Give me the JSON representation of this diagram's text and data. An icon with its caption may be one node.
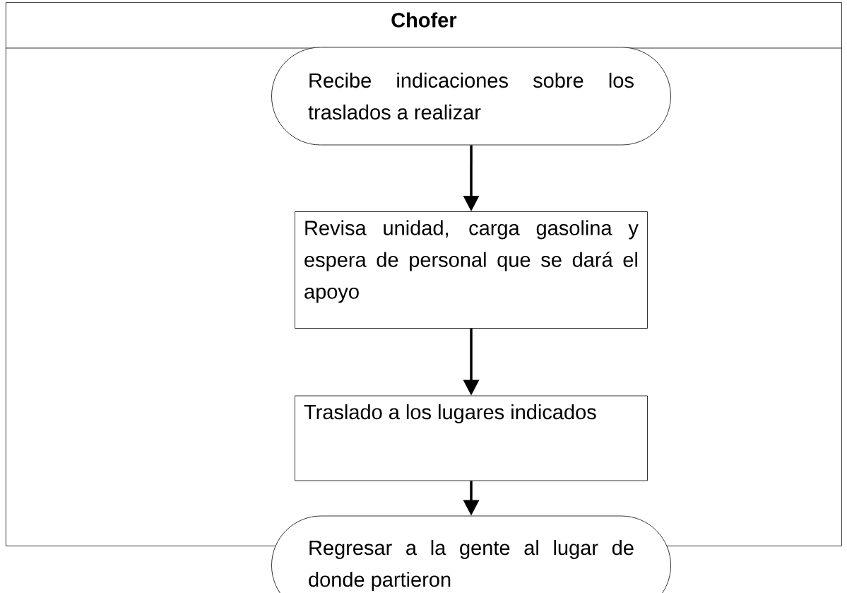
{
  "diagram": {
    "nodes": [
      {
        "text": [
          "Chofer"
        ]
      },
      {
        "text": [
          "Recibe indicaciones sobre los traslados a realizar"
        ],
        "in": 0
      },
      {
        "text": [
          "Revisa unidad, carga gasolina y espera de personal que se dará el apoyo"
        ],
        "in": 0
      },
      {
        "text": [
          "Traslado a los lugares indicados"
        ],
        "in": 0
      },
      {
        "text": [
          "Regresar a la gente al lugar de donde partieron"
        ]
      }
    ],
    "edges": [
      {
        "from": 1,
        "to": 2,
        "arrow": "to"
      },
      {
        "from": 2,
        "to": 3,
        "arrow": "to"
      },
      {
        "from": 3,
        "to": 4,
        "arrow": "to"
      }
    ]
  }
}
